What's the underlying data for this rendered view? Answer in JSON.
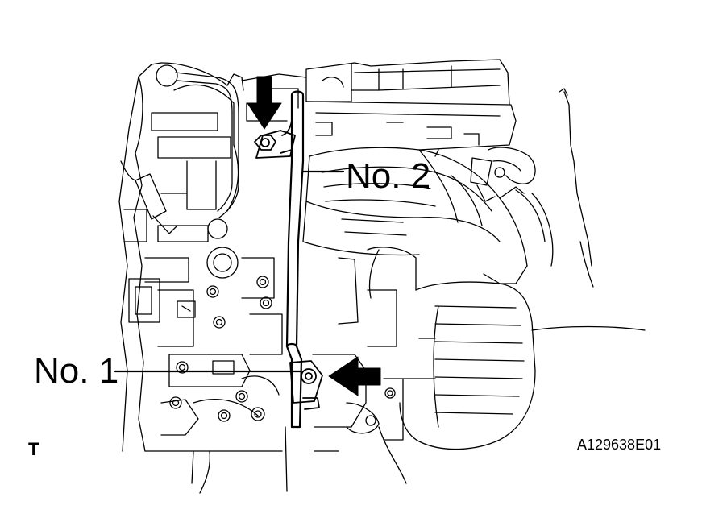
{
  "callouts": {
    "no1": "No. 1",
    "no2": "No. 2"
  },
  "corner_letter": "T",
  "figure_code": "A129638E01",
  "arrows": [
    "arrow-down",
    "arrow-left"
  ],
  "colors": {
    "ink": "#000000",
    "paper": "#ffffff"
  }
}
